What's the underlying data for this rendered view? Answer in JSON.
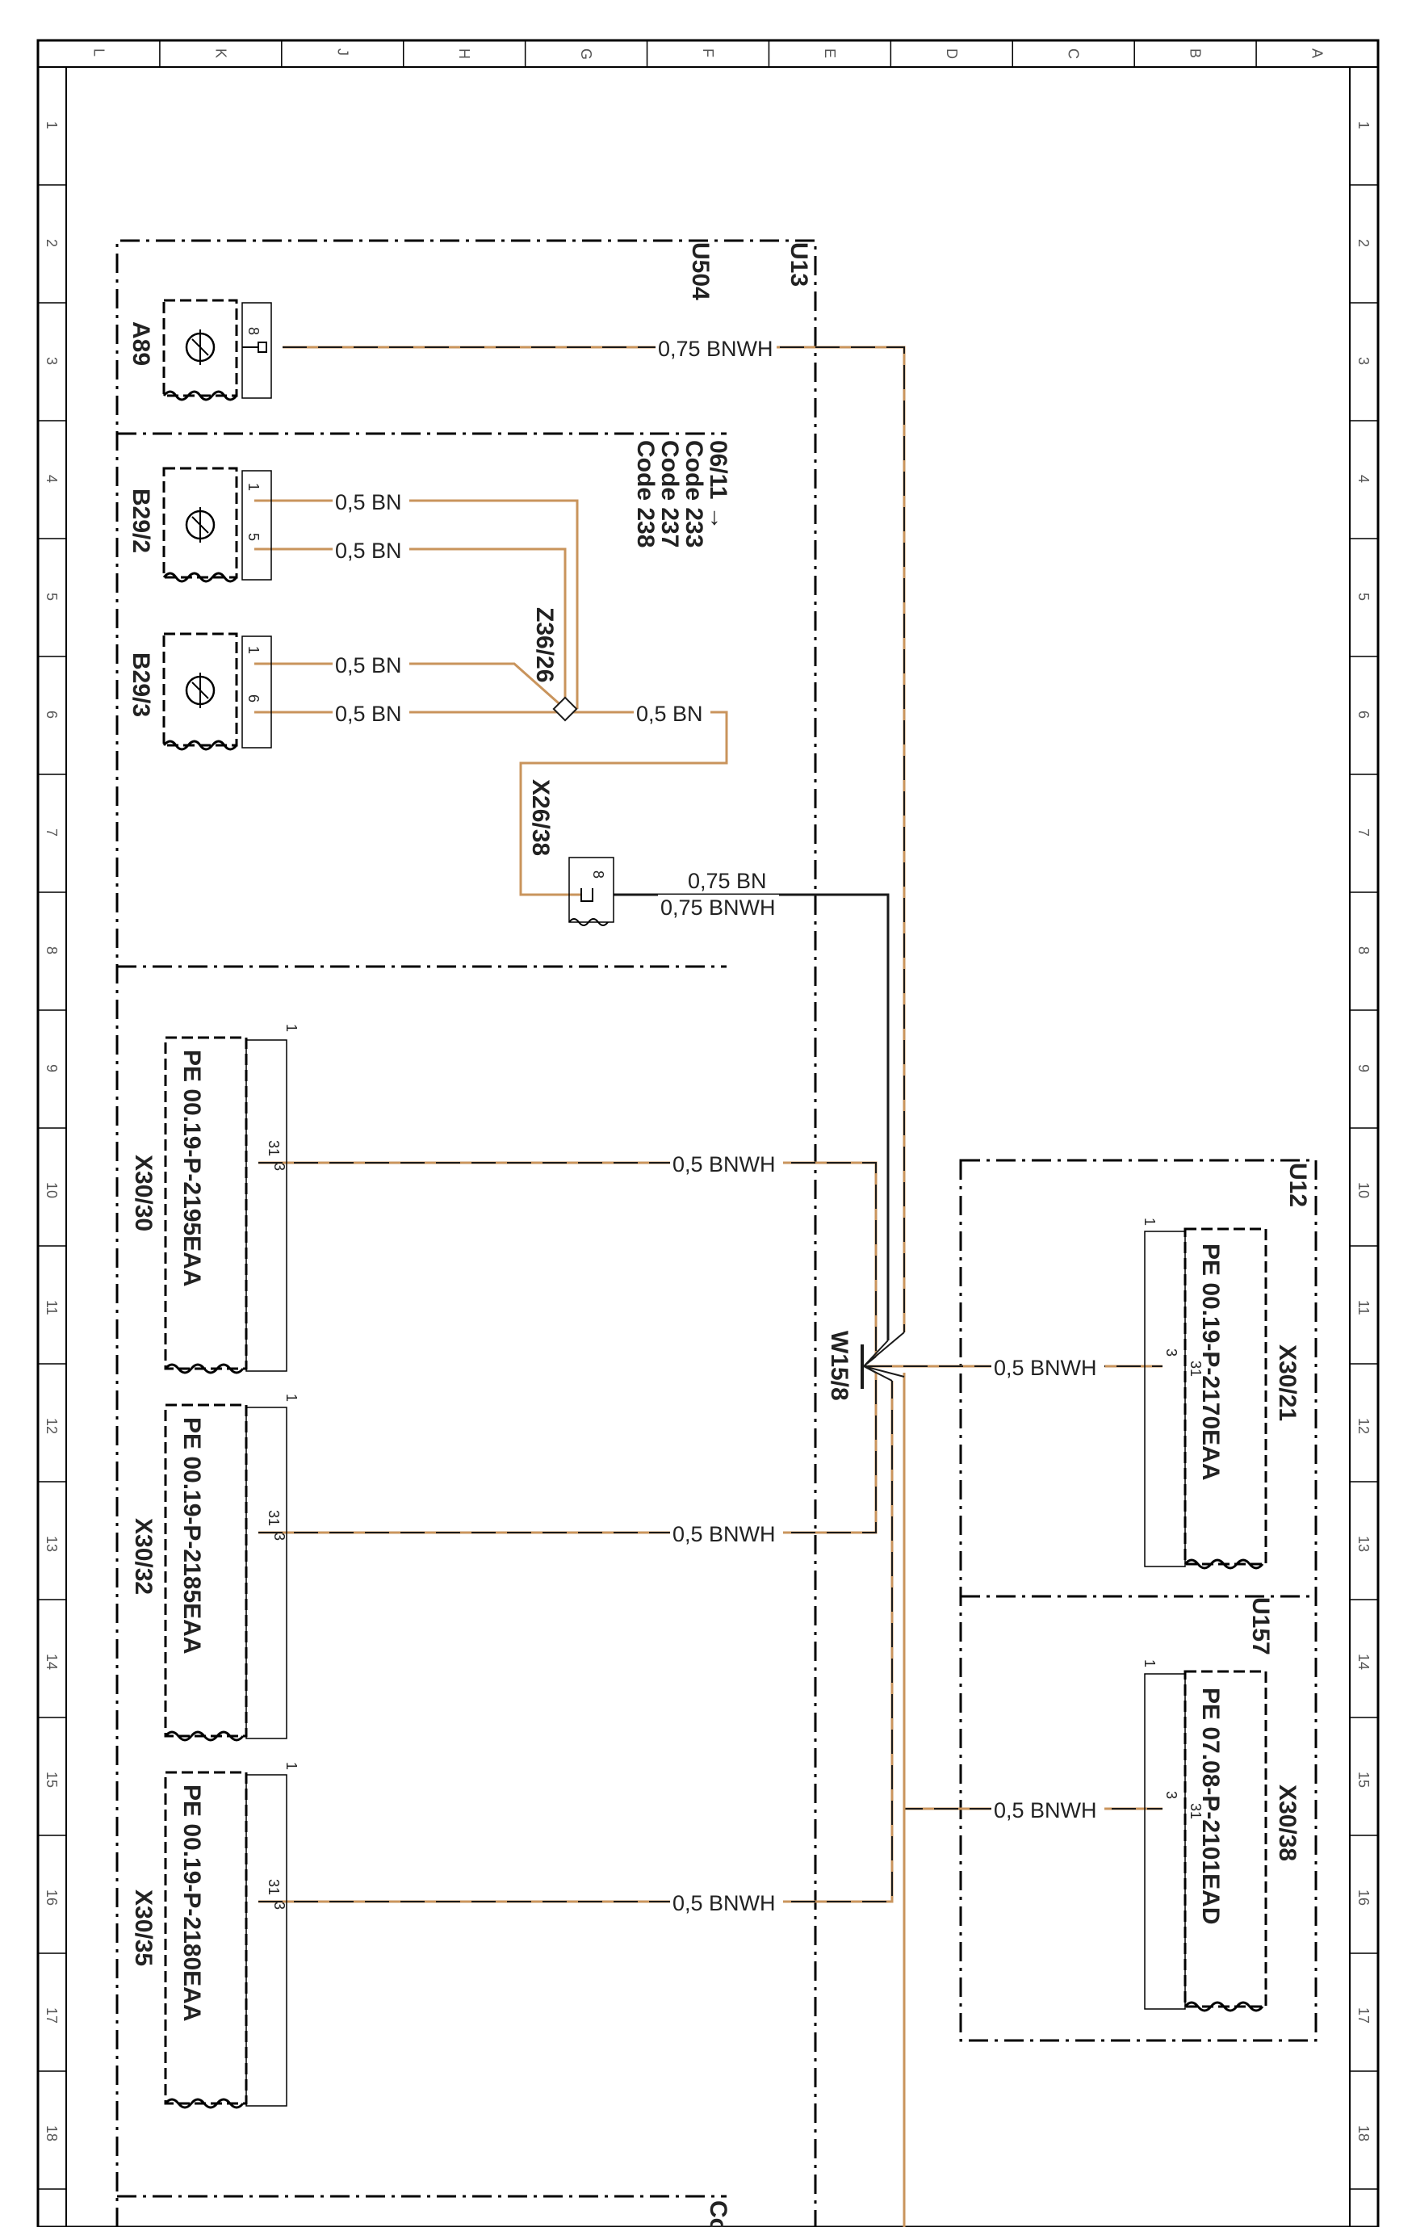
{
  "grid": {
    "columns": [
      "L",
      "K",
      "J",
      "H",
      "G",
      "F",
      "E",
      "D",
      "C",
      "B",
      "A"
    ],
    "rows": [
      "1",
      "2",
      "3",
      "4",
      "5",
      "6",
      "7",
      "8",
      "9",
      "10",
      "11",
      "12",
      "13",
      "14",
      "15",
      "16",
      "17",
      "18"
    ]
  },
  "groups": {
    "u13": "U13",
    "u504": "U504",
    "u12": "U12",
    "u157": "U157",
    "code_bottom": "Cod"
  },
  "codes": [
    "06/11 →",
    "Code 233",
    "Code 237",
    "Code 238"
  ],
  "components": {
    "a89": "A89",
    "b29_2": "B29/2",
    "b29_3": "B29/3",
    "z36_26": "Z36/26",
    "x26_38": "X26/38",
    "w15_8": "W15/8",
    "x30_30": "X30/30",
    "x30_32": "X30/32",
    "x30_35": "X30/35",
    "x30_21": "X30/21",
    "x30_38": "X30/38"
  },
  "refs": {
    "x30_30": "PE 00.19-P-2195EAA",
    "x30_32": "PE 00.19-P-2185EAA",
    "x30_35": "PE 00.19-P-2180EAA",
    "x30_21": "PE 00.19-P-2170EAA",
    "x30_38": "PE 07.08-P-2101EAD"
  },
  "wires": {
    "a89": "0,75 BNWH",
    "b29_2_a": "0,5 BN",
    "b29_2_b": "0,5 BN",
    "b29_3_a": "0,5 BN",
    "b29_3_b": "0,5 BN",
    "z36": "0,5 BN",
    "x26_a": "0,75 BN",
    "x26_b": "0,75 BNWH",
    "x30_30": "0,5 BNWH",
    "x30_32": "0,5 BNWH",
    "x30_35": "0,5 BNWH",
    "x30_21": "0,5 BNWH",
    "x30_38": "0,5 BNWH"
  },
  "pins": {
    "a89": "8",
    "b29_2_a": "1",
    "b29_2_b": "5",
    "b29_3_a": "1",
    "b29_3_b": "6",
    "x26": "8",
    "conn_1": "1",
    "conn_3": "3",
    "conn_31": "31"
  },
  "colors": {
    "bn": "#c9945c",
    "black": "#1a1a1a"
  }
}
